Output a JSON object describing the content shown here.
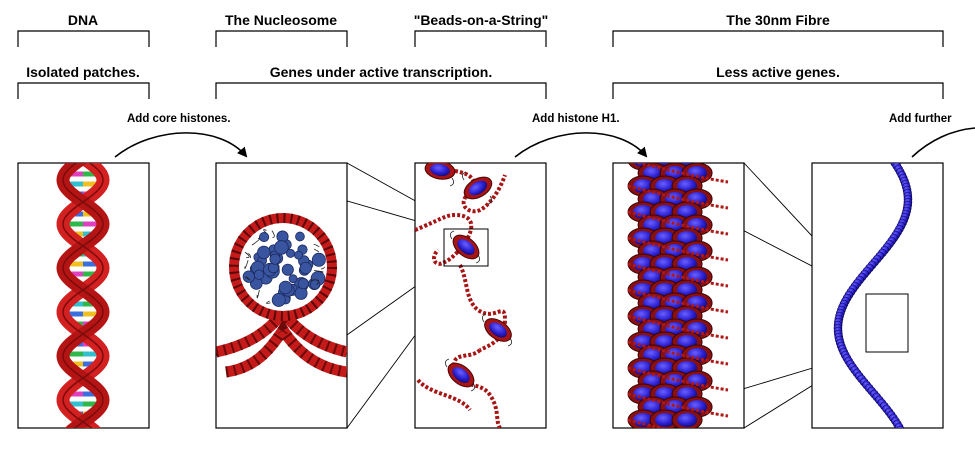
{
  "stage_titles": [
    "DNA",
    "The Nucleosome",
    "\"Beads-on-a-String\"",
    "The 30nm Fibre"
  ],
  "activity_labels": [
    "Isolated patches.",
    "Genes under active transcription.",
    "Less active genes."
  ],
  "step_labels": [
    "Add core histones.",
    "Add histone H1.",
    "Add further"
  ],
  "colors": {
    "dna_red": "#d32020",
    "dna_dark": "#7a0c0c",
    "histone_blue": "#3a55a0",
    "bead_blue": "#2a1fd0",
    "bead_dark": "#16107a",
    "frame": "#000000"
  },
  "icons": [
    "double-helix",
    "nucleosome-ring",
    "beaded-fiber",
    "fibre-30nm",
    "supercoil",
    "curved-arrow"
  ]
}
